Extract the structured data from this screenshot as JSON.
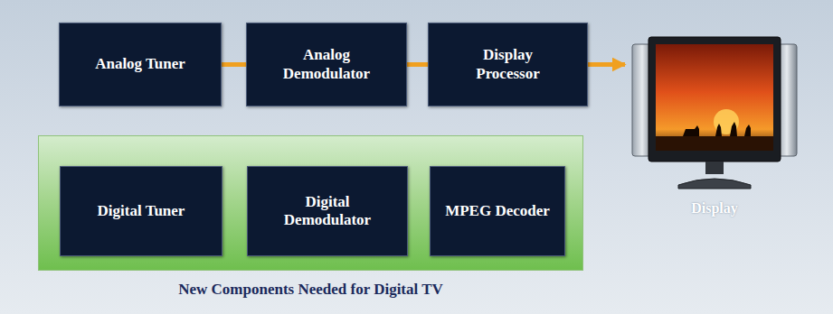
{
  "diagram": {
    "nodes": [
      {
        "text": [
          "Analog Tuner"
        ]
      },
      {
        "text": [
          "Analog Demodulator"
        ]
      },
      {
        "text": [
          "Display Processor"
        ]
      },
      {
        "text": [
          "New Components Needed for Digital TV"
        ]
      },
      {
        "text": [
          "Digital Tuner"
        ],
        "in": 3
      },
      {
        "text": [
          "Digital Demodulator"
        ],
        "in": 3
      },
      {
        "text": [
          "MPEG Decoder"
        ],
        "in": 3
      },
      {
        "text": [
          "Display"
        ]
      }
    ],
    "edges": [
      {
        "from": 0,
        "to": 1,
        "arrow": "none"
      },
      {
        "from": 1,
        "to": 2,
        "arrow": "none"
      },
      {
        "from": 2,
        "to": 7,
        "arrow": "to"
      },
      {
        "from": 4,
        "to": 5,
        "arrow": "none"
      },
      {
        "from": 5,
        "to": 6,
        "arrow": "none"
      }
    ]
  }
}
